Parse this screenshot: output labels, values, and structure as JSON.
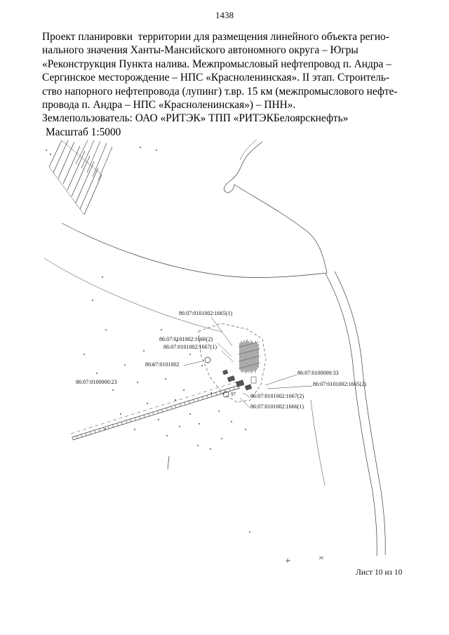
{
  "page": {
    "number": "1438",
    "sheet_label": "Лист 10 из 10"
  },
  "document": {
    "paragraph_lines": [
      "Проект планировки  территории для размещения линейного объекта регио-",
      "нального значения Ханты-Мансийского автономного округа – Югры",
      "«Реконструкция Пункта налива. Межпромысловый нефтепровод п. Андра –",
      "Сергинское месторождение – НПС «Красноленинская». II этап. Строитель-",
      "ство напорного нефтепровода (лупинг) т.вр. 15 км (межпромыслового нефте-",
      "провода п. Андра – НПС «Красноленинская») – ПНН».",
      "Землепользователь: ОАО «РИТЭК» ТПП «РИТЭКБелоярскнефть»",
      "Масштаб 1:5000"
    ]
  },
  "map": {
    "labels": [
      {
        "text": "86:07:0101002:1665(1)"
      },
      {
        "text": "86:07:0101002:1666(2)"
      },
      {
        "text": "86:07:0101002:1667(1)"
      },
      {
        "text": "86:07:0101002"
      },
      {
        "text": "86:07:0100000:23"
      },
      {
        "text": "86:07:0100000:33"
      },
      {
        "text": "86:07:0101002:1665(2)"
      },
      {
        "text": "86:07:0101002:1667(2)"
      },
      {
        "text": "86:07:0101002:1666(1)"
      },
      {
        "text": "97"
      }
    ],
    "line_color": "#3a3a3a"
  }
}
